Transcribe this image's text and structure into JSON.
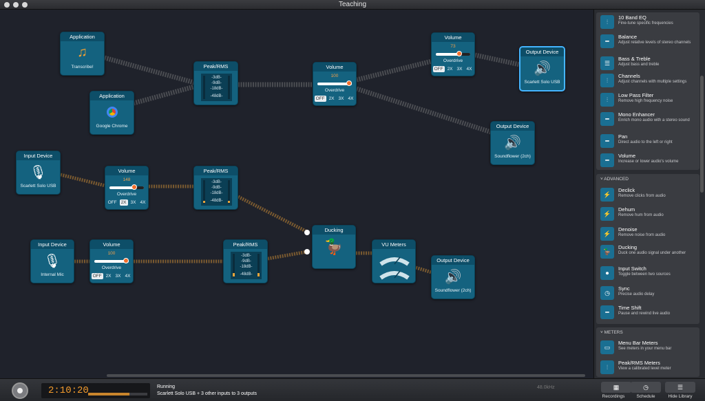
{
  "window": {
    "title": "Teaching"
  },
  "nodes": {
    "app_transcribe": {
      "header": "Application",
      "label": "Transcribe!"
    },
    "app_chrome": {
      "header": "Application",
      "label": "Google Chrome"
    },
    "peak1": {
      "header": "Peak/RMS",
      "scale": [
        "-3dB-",
        "-9dB-",
        "-18dB-",
        "-48dB-"
      ]
    },
    "vol1": {
      "header": "Volume",
      "value": "100",
      "overdrive": "Overdrive",
      "opts": [
        "OFF",
        "2X",
        "3X",
        "4X"
      ]
    },
    "vol2": {
      "header": "Volume",
      "value": "73",
      "overdrive": "Overdrive",
      "opts": [
        "OFF",
        "2X",
        "3X",
        "4X"
      ]
    },
    "out_scarlett": {
      "header": "Output Device",
      "label": "Scarlett Solo USB"
    },
    "out_soundflower1": {
      "header": "Output Device",
      "label": "Soundflower (2ch)"
    },
    "in_scarlett": {
      "header": "Input Device",
      "label": "Scarlett Solo USB"
    },
    "vol3": {
      "header": "Volume",
      "value": "148",
      "overdrive": "Overdrive",
      "opts": [
        "OFF",
        "2X",
        "3X",
        "4X"
      ]
    },
    "peak2": {
      "header": "Peak/RMS",
      "scale": [
        "-3dB-",
        "-9dB-",
        "-18dB-",
        "-48dB-"
      ]
    },
    "ducking": {
      "header": "Ducking"
    },
    "in_mic": {
      "header": "Input Device",
      "label": "Internal Mic"
    },
    "vol4": {
      "header": "Volume",
      "value": "100",
      "overdrive": "Overdrive",
      "opts": [
        "OFF",
        "2X",
        "3X",
        "4X"
      ]
    },
    "peak3": {
      "header": "Peak/RMS",
      "scale": [
        "-3dB-",
        "-9dB-",
        "-18dB-",
        "-48dB-"
      ]
    },
    "vu": {
      "header": "VU Meters"
    },
    "out_soundflower2": {
      "header": "Output Device",
      "label": "Soundflower (2ch)"
    }
  },
  "library": {
    "effects": [
      {
        "name": "10 Band EQ",
        "desc": "Fine-tune specific frequencies"
      },
      {
        "name": "Balance",
        "desc": "Adjust relative levels of stereo channels"
      },
      {
        "name": "Bass & Treble",
        "desc": "Adjust bass and treble"
      },
      {
        "name": "Channels",
        "desc": "Adjust channels with multiple settings"
      },
      {
        "name": "Low Pass Filter",
        "desc": "Remove high frequency noise"
      },
      {
        "name": "Mono Enhancer",
        "desc": "Enrich mono audio with a stereo sound"
      },
      {
        "name": "Pan",
        "desc": "Direct audio to the left or right"
      },
      {
        "name": "Volume",
        "desc": "Increase or lower audio's volume"
      }
    ],
    "advanced_header": "ADVANCED",
    "advanced": [
      {
        "name": "Declick",
        "desc": "Remove clicks from audio"
      },
      {
        "name": "Dehum",
        "desc": "Remove hum from audio"
      },
      {
        "name": "Denoise",
        "desc": "Remove noise from audio"
      },
      {
        "name": "Ducking",
        "desc": "Duck one audio signal under another"
      },
      {
        "name": "Input Switch",
        "desc": "Toggle between two sources"
      },
      {
        "name": "Sync",
        "desc": "Precise audio delay"
      },
      {
        "name": "Time Shift",
        "desc": "Pause and rewind live audio"
      }
    ],
    "meters_header": "METERS",
    "meters": [
      {
        "name": "Menu Bar Meters",
        "desc": "See meters in your menu bar"
      },
      {
        "name": "Peak/RMS Meters",
        "desc": "View a calibrated level meter"
      }
    ]
  },
  "status": {
    "time": "2:10:20",
    "state": "Running",
    "detail": "Scarlett Solo USB + 3 other inputs to 3 outputs",
    "sample_rate": "48.0kHz"
  },
  "toolbar": {
    "recordings": "Recordings",
    "schedule": "Schedule",
    "hide_library": "Hide Library"
  }
}
